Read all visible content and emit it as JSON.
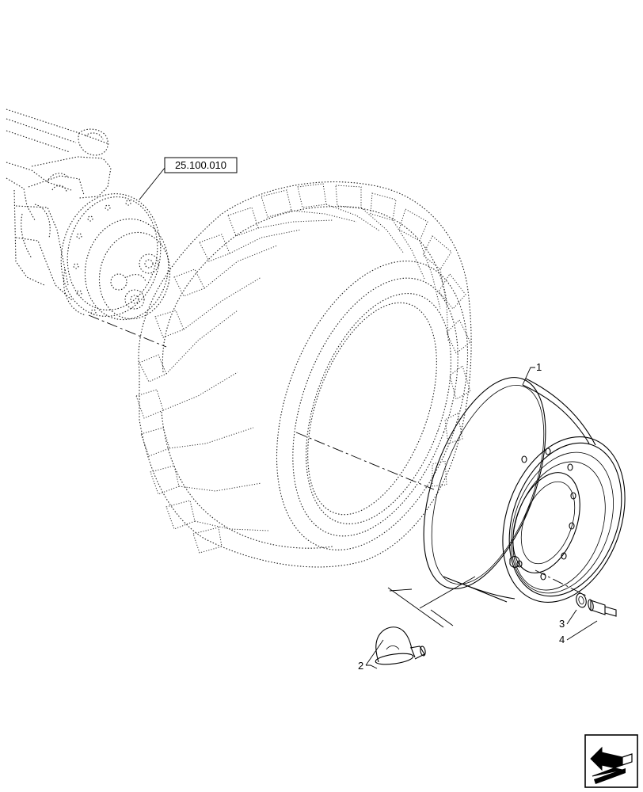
{
  "reference_label": "25.100.010",
  "callouts": [
    {
      "id": "1",
      "text": "1"
    },
    {
      "id": "2",
      "text": "2"
    },
    {
      "id": "3",
      "text": "3"
    },
    {
      "id": "4",
      "text": "4"
    }
  ],
  "nav_icon": "arrow-back-icon"
}
